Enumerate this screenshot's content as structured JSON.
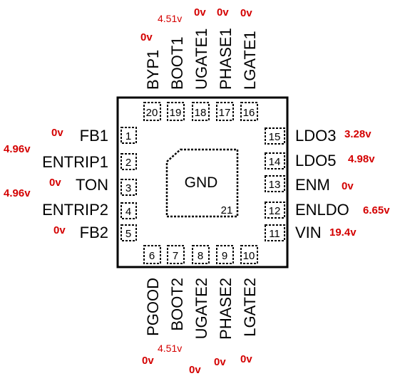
{
  "colors": {
    "voltage": "#d40000",
    "outline": "#000000"
  },
  "package": {
    "center_pad": {
      "label": "GND",
      "number": "21"
    }
  },
  "pins": {
    "left": [
      {
        "num": "1",
        "name": "FB1",
        "voltage": "0v"
      },
      {
        "num": "2",
        "name": "ENTRIP1",
        "voltage": "4.96v"
      },
      {
        "num": "3",
        "name": "TON",
        "voltage": "0v"
      },
      {
        "num": "4",
        "name": "ENTRIP2",
        "voltage": "4.96v"
      },
      {
        "num": "5",
        "name": "FB2",
        "voltage": "0v"
      }
    ],
    "bottom": [
      {
        "num": "6",
        "name": "PGOOD",
        "voltage": "0v"
      },
      {
        "num": "7",
        "name": "BOOT2",
        "voltage": "4.51v"
      },
      {
        "num": "8",
        "name": "UGATE2",
        "voltage": "0v"
      },
      {
        "num": "9",
        "name": "PHASE2",
        "voltage": "0v"
      },
      {
        "num": "10",
        "name": "LGATE2",
        "voltage": "0v"
      }
    ],
    "right": [
      {
        "num": "11",
        "name": "VIN",
        "voltage": "19.4v"
      },
      {
        "num": "12",
        "name": "ENLDO",
        "voltage": "6.65v"
      },
      {
        "num": "13",
        "name": "ENM",
        "voltage": "0v"
      },
      {
        "num": "14",
        "name": "LDO5",
        "voltage": "4.98v"
      },
      {
        "num": "15",
        "name": "LDO3",
        "voltage": "3.28v"
      }
    ],
    "top": [
      {
        "num": "16",
        "name": "LGATE1",
        "voltage": "0v"
      },
      {
        "num": "17",
        "name": "PHASE1",
        "voltage": "0v"
      },
      {
        "num": "18",
        "name": "UGATE1",
        "voltage": "0v"
      },
      {
        "num": "19",
        "name": "BOOT1",
        "voltage": "4.51v"
      },
      {
        "num": "20",
        "name": "BYP1",
        "voltage": "0v"
      }
    ]
  }
}
